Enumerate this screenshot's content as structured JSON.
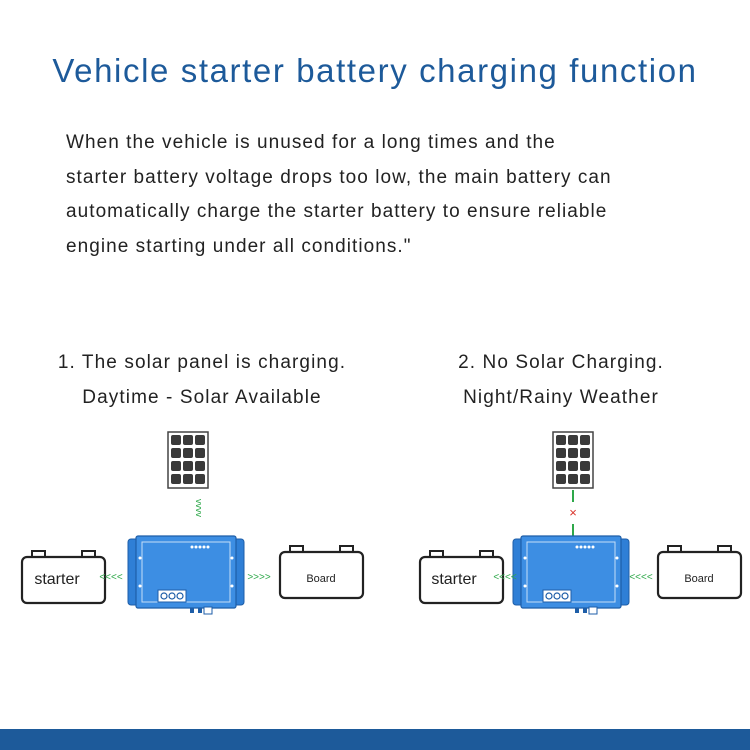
{
  "title": "Vehicle starter battery charging function",
  "description_lines": [
    "When the vehicle is unused for a long times and the",
    "starter battery voltage drops too low, the main battery can",
    "automatically charge the starter battery to ensure reliable",
    "engine starting under all conditions.\""
  ],
  "scenarios": [
    {
      "heading": "1. The solar panel is charging.",
      "subheading": "Daytime - Solar Available",
      "solar_link": "vvvv",
      "left_battery_label": "starter",
      "left_arrows": "<<<<",
      "right_arrows": ">>>>",
      "right_battery_label": "Board"
    },
    {
      "heading": "2. No Solar Charging.",
      "subheading": "Night/Rainy Weather",
      "solar_link": "×",
      "left_battery_label": "starter",
      "left_arrows": "<<<<",
      "right_arrows": "<<<<",
      "right_battery_label": "Board"
    }
  ],
  "colors": {
    "title": "#1d5a9a",
    "text": "#222222",
    "flow_green": "#2ea84a",
    "blocked_red": "#d9342b",
    "controller_blue": "#2f7fd6",
    "footer": "#1d5a9a"
  },
  "icons": [
    "solar-panel-icon",
    "battery-icon",
    "charge-controller-icon"
  ]
}
